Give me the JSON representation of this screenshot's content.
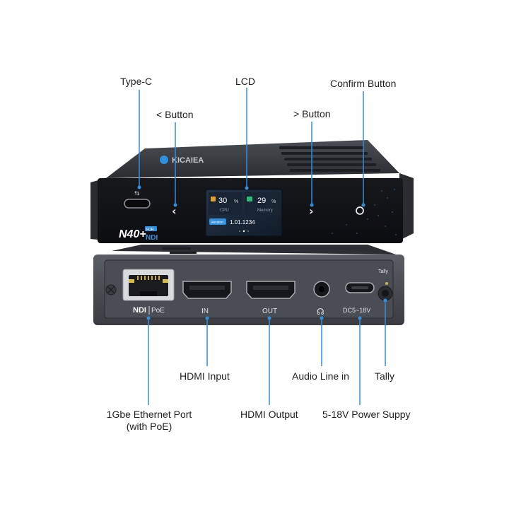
{
  "callouts": {
    "type_c": "Type-C",
    "lcd": "LCD",
    "confirm": "Confirm Button",
    "left_btn": "< Button",
    "right_btn": "> Button",
    "hdmi_input": "HDMI Input",
    "audio_line_in": "Audio Line in",
    "tally": "Tally",
    "ethernet_line1": "1Gbe Ethernet Port",
    "ethernet_line2": "(with PoE)",
    "hdmi_output": "HDMI Output",
    "power": "5-18V Power Suppy"
  },
  "device": {
    "brand": "KICAIEA",
    "model": "N40+",
    "model_sub": "NDI",
    "model_badge": "FOR"
  },
  "lcd": {
    "cpu_value": "30",
    "cpu_unit": "%",
    "cpu_label": "CPU",
    "mem_value": "29",
    "mem_unit": "%",
    "mem_label": "Memory",
    "version_label": "Version",
    "version_value": "1.01.1234"
  },
  "rear": {
    "ndi_label": "NDI",
    "poe_label": "PoE",
    "in_label": "IN",
    "out_label": "OUT",
    "dc_label": "DC5~18V",
    "tally_label": "Tally"
  },
  "colors": {
    "callout_line": "#2f8fe0",
    "device_body": "#35373c",
    "lcd_screen": "#1c2a3a",
    "cpu_accent": "#e3a12a",
    "mem_accent": "#27c07a"
  }
}
